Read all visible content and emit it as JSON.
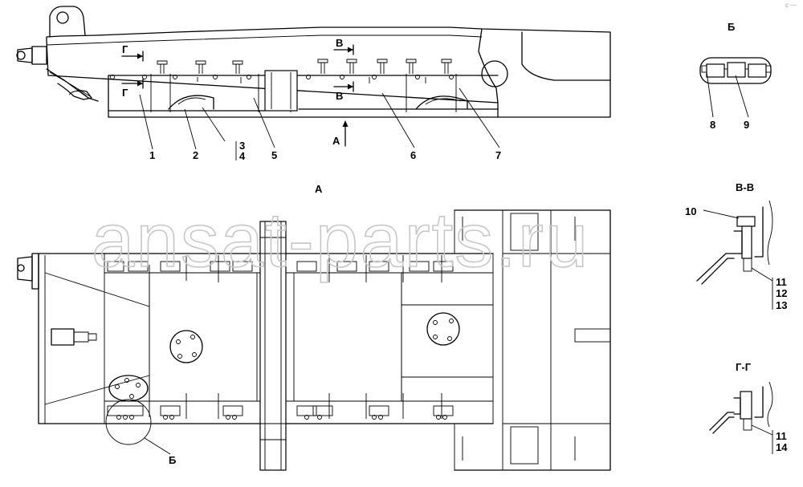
{
  "watermark": "ansat-parts.ru",
  "corner_mark": "с —",
  "views": {
    "side": {
      "section_g_top": "Г",
      "section_g_bottom": "Г",
      "section_v_top": "В",
      "section_v_bottom": "В",
      "arrow_a": "А"
    },
    "plan": {
      "title": "А",
      "detail_b_label": "Б"
    },
    "detail_b": {
      "title": "Б"
    },
    "section_vv": {
      "title": "В-В"
    },
    "section_gg": {
      "title": "Г-Г"
    }
  },
  "callouts": {
    "c1": "1",
    "c2": "2",
    "c3": "3",
    "c4": "4",
    "c5": "5",
    "c6": "6",
    "c7": "7",
    "c8": "8",
    "c9": "9",
    "c10": "10",
    "c11a": "11",
    "c12": "12",
    "c13": "13",
    "c11b": "11",
    "c14": "14"
  }
}
